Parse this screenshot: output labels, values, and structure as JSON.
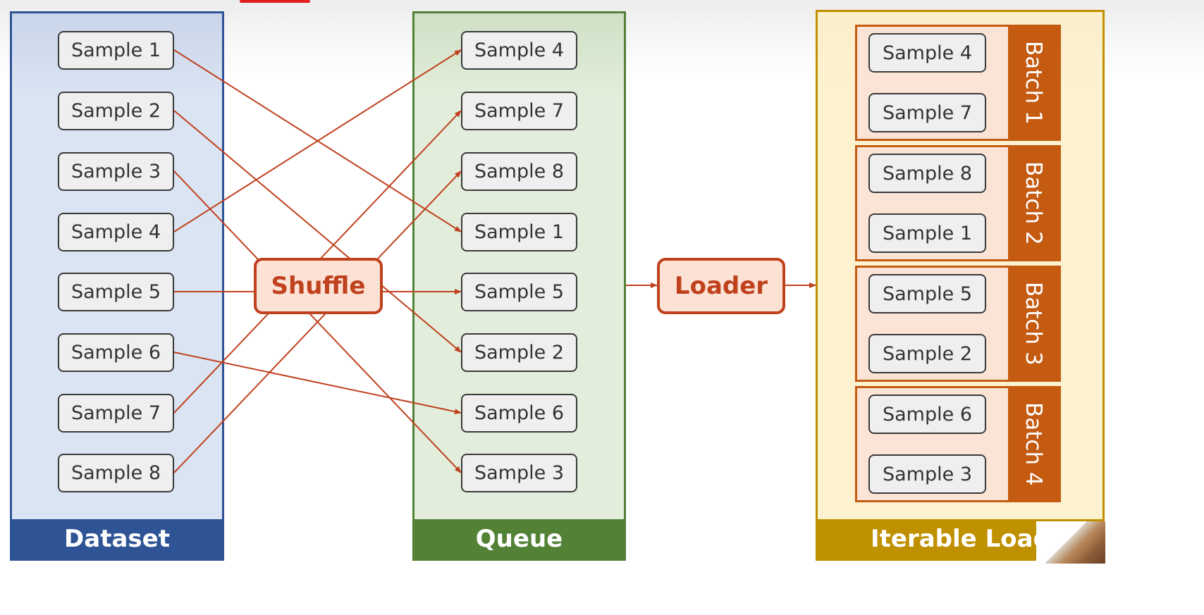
{
  "colors": {
    "dataset": "#2f5496",
    "queue": "#538135",
    "iterable_loader": "#bf9000",
    "batch": "#c55a11",
    "edge": "#c0411e"
  },
  "dataset": {
    "title": "Dataset",
    "samples": [
      "Sample 1",
      "Sample 2",
      "Sample 3",
      "Sample 4",
      "Sample 5",
      "Sample 6",
      "Sample 7",
      "Sample 8"
    ]
  },
  "shuffle": {
    "label": "Shuffle"
  },
  "queue": {
    "title": "Queue",
    "samples": [
      "Sample 4",
      "Sample 7",
      "Sample 8",
      "Sample 1",
      "Sample 5",
      "Sample 2",
      "Sample 6",
      "Sample 3"
    ]
  },
  "loader": {
    "label": "Loader"
  },
  "iterable_loader": {
    "title": "Iterable Loade",
    "batches": [
      {
        "label": "Batch 1",
        "samples": [
          "Sample 4",
          "Sample 7"
        ]
      },
      {
        "label": "Batch 2",
        "samples": [
          "Sample 8",
          "Sample 1"
        ]
      },
      {
        "label": "Batch 3",
        "samples": [
          "Sample 5",
          "Sample 2"
        ]
      },
      {
        "label": "Batch 4",
        "samples": [
          "Sample 6",
          "Sample 3"
        ]
      }
    ]
  }
}
